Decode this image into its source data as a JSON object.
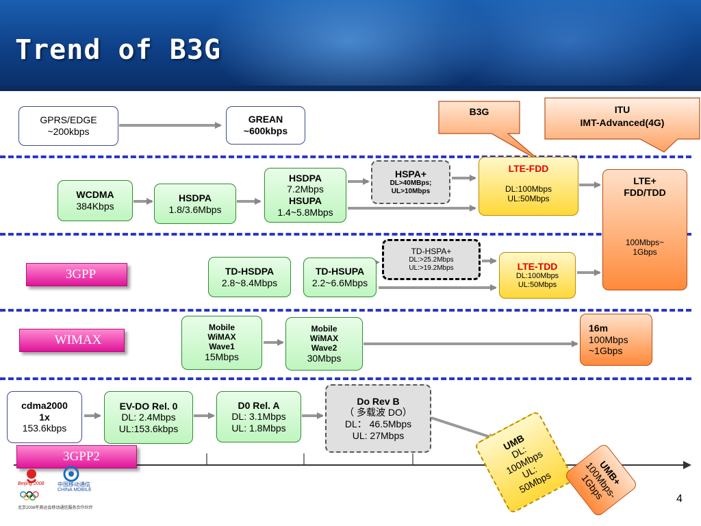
{
  "title": "Trend of B3G",
  "callouts": {
    "b3g": "B3G",
    "itu_line1": "ITU",
    "itu_line2": "IMT-Advanced(4G)"
  },
  "row1": {
    "gprs_line1": "GPRS/EDGE",
    "gprs_line2": "~200kbps",
    "grean_line1": "GREAN",
    "grean_line2": "~600kbps"
  },
  "row2": {
    "wcdma_line1": "WCDMA",
    "wcdma_line2": "384Kbps",
    "hsdpa_line1": "HSDPA",
    "hsdpa_line2": "1.8/3.6Mbps",
    "hsdpa2_line1": "HSDPA",
    "hsdpa2_line2": "7.2Mbps",
    "hsdpa2_line3": "HSUPA",
    "hsdpa2_line4": "1.4~5.8Mbps",
    "hspa_line1": "HSPA+",
    "hspa_line2": "DL>40MBps;",
    "hspa_line3": "UL>10Mbps",
    "ltefdd_line1": "LTE-FDD",
    "ltefdd_line2": "DL:100Mbps",
    "ltefdd_line3": "UL:50Mbps",
    "lteplus_line1": "LTE+",
    "lteplus_line2": "FDD/TDD",
    "lteplus_line3": "100Mbps~",
    "lteplus_line4": "1Gbps"
  },
  "row3": {
    "label": "3GPP",
    "tdhsdpa_line1": "TD-HSDPA",
    "tdhsdpa_line2": "2.8~8.4Mbps",
    "tdhsupa_line1": "TD-HSUPA",
    "tdhsupa_line2": "2.2~6.6Mbps",
    "tdhspa_line1": "TD-HSPA+",
    "tdhspa_line2": "DL:>25.2Mbps",
    "tdhspa_line3": "UL:>19.2Mbps",
    "ltetdd_line1": "LTE-TDD",
    "ltetdd_line2": "DL:100Mbps",
    "ltetdd_line3": "UL:50Mbps"
  },
  "row4": {
    "label": "WIMAX",
    "w1_line1": "Mobile",
    "w1_line2": "WiMAX",
    "w1_line3": "Wave1",
    "w1_line4": "15Mbps",
    "w2_line1": "Mobile",
    "w2_line2": "WiMAX",
    "w2_line3": "Wave2",
    "w2_line4": "30Mbps",
    "m16_line1": "16m",
    "m16_line2": "100Mbps",
    "m16_line3": "~1Gbps"
  },
  "row5": {
    "label": "3GPP2",
    "cdma_line1": "cdma2000",
    "cdma_line2": "1x",
    "cdma_line3": "153.6kbps",
    "evdo_line1": "EV-DO Rel. 0",
    "evdo_line2": "DL: 2.4Mbps",
    "evdo_line3": "UL:153.6kbps",
    "d0a_line1": "D0 Rel. A",
    "d0a_line2": "DL: 3.1Mbps",
    "d0a_line3": "UL: 1.8Mbps",
    "revb_line1": "Do Rev B",
    "revb_line2": "（ 多载波 DO）",
    "revb_line3": "DL： 46.5Mbps",
    "revb_line4": "UL: 27Mbps",
    "umb_line1": "UMB",
    "umb_line2": "DL:",
    "umb_line3": "100Mbps",
    "umb_line4": "UL:",
    "umb_line5": "50Mbps",
    "umbplus_line1": "UMB+",
    "umbplus_line2": "100Mbps-",
    "umbplus_line3": "1Gbps"
  },
  "logos": {
    "beijing_text": "Beijing 2008",
    "chinamobile_cn": "中国移动通信",
    "chinamobile_en": "CHINA MOBILE",
    "partner_text": "北京2008年奥运会移动通信服务合作伙伴"
  },
  "page_number": "4",
  "colors": {
    "dash_blue": "#2a36c8",
    "pink_arrow": "#e0149a",
    "lte_red": "#e00000",
    "banner_blue": "#0e3f86"
  }
}
